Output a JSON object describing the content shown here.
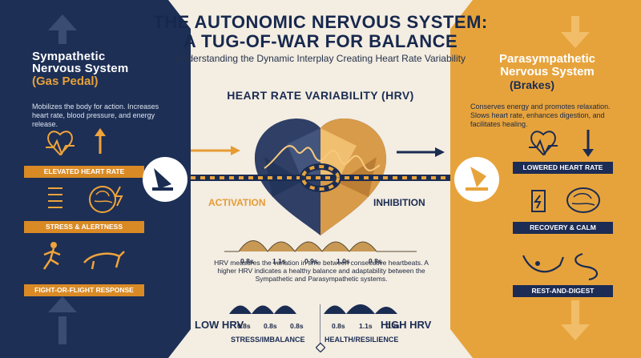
{
  "title_line1": "THE AUTONOMIC NERVOUS SYSTEM:",
  "title_line2": "A TUG-OF-WAR FOR BALANCE",
  "subtitle": "Understanding the Dynamic Interplay Creating Heart Rate Variability",
  "sympathetic": {
    "title": "Sympathetic Nervous System",
    "subtitle": "(Gas Pedal)",
    "description": "Mobilizes the body for action. Increases heart rate, blood pressure, and energy release.",
    "effects": [
      "ELEVATED HEART RATE",
      "STRESS & ALERTNESS",
      "FIGHT-OR-FLIGHT RESPONSE"
    ]
  },
  "parasympathetic": {
    "title": "Parasympathetic Nervous System",
    "subtitle": "(Brakes)",
    "description": "Conserves energy and promotes relaxation. Slows heart rate, enhances digestion, and facilitates healing.",
    "effects": [
      "LOWERED HEART RATE",
      "RECOVERY & CALM",
      "REST-AND-DIGEST"
    ]
  },
  "hrv_title": "HEART RATE VARIABILITY (HRV)",
  "activation": "ACTIVATION",
  "inhibition": "INHIBITION",
  "intervals": [
    "0.8s",
    "1.1s",
    "0.9s",
    "1.0s",
    "0.8s"
  ],
  "description": "HRV measures the variation in time between consecutive heartbeats. A higher HRV indicates a healthy balance and adaptability between the Sympathetic and Parasympathetic systems.",
  "low_hrv": {
    "label": "LOW HRV",
    "intervals": [
      "0.8s",
      "0.8s",
      "0.8s"
    ],
    "caption": "STRESS/IMBALANCE"
  },
  "high_hrv": {
    "label": "HIGH HRV",
    "intervals": [
      "0.8s",
      "1.1s",
      "0.9s"
    ],
    "caption": "HEALTH/RESILIENCE"
  },
  "colors": {
    "navy": "#1d2f55",
    "orange": "#e7a33b",
    "cream": "#f3ede2"
  }
}
